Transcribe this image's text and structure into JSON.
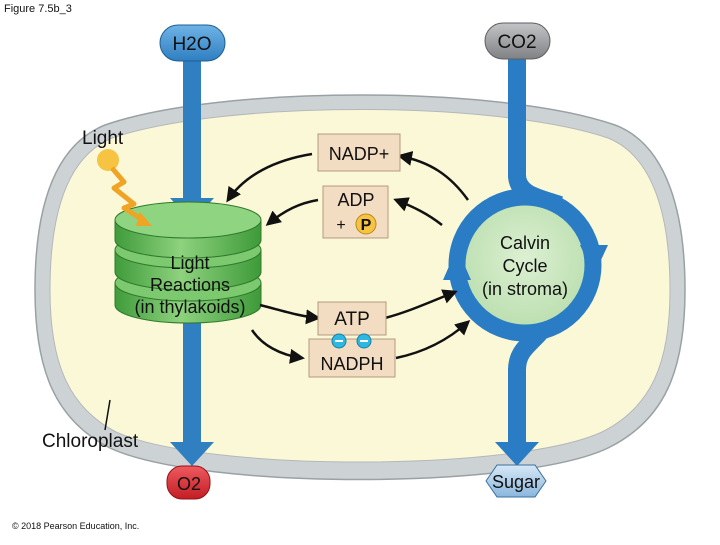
{
  "figure": {
    "title": "Figure 7.5b_3",
    "copyright": "© 2018 Pearson Education, Inc."
  },
  "labels": {
    "light": "Light",
    "chloroplast": "Chloroplast",
    "light_reactions": [
      "Light",
      "Reactions",
      "(in thylakoids)"
    ],
    "calvin_cycle": [
      "Calvin",
      "Cycle",
      "(in stroma)"
    ]
  },
  "molecules": {
    "water": "H2O",
    "carbon_dioxide": "CO2",
    "oxygen": "O2",
    "sugar": "Sugar",
    "nadp_plus": "NADP+",
    "adp": "ADP",
    "plus": "+",
    "phosphate": "P",
    "atp": "ATP",
    "nadph": "NADPH"
  },
  "colors": {
    "arrow_blue": "#2f7fc1",
    "calvin_blue": "#2a7cc4",
    "stroma_yellow": "#fbf8d8",
    "envelope_gray": "#cdd3d5",
    "thylakoid_green": "#58b84e",
    "stroma_center_green": "#c9e6c0",
    "molecule_box_tan": "#f2dcc2",
    "water_blue": "#2f7fc1",
    "co2_gray": "#8d8f92",
    "o2_red": "#d2232a",
    "sugar_blue": "#a8c9e6",
    "phosphate_yellow": "#f6c342",
    "charge_cyan": "#2db7e3"
  }
}
